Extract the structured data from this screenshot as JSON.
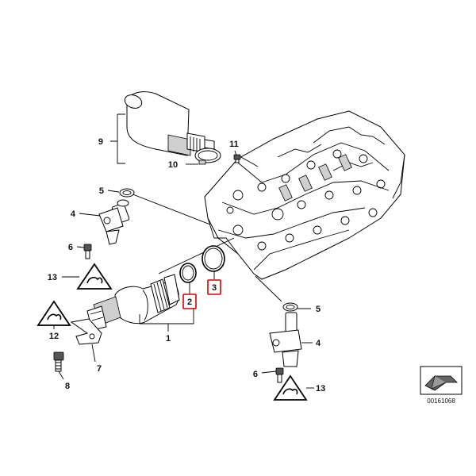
{
  "callouts": {
    "c1": "1",
    "c2": "2",
    "c3": "3",
    "c4a": "4",
    "c4b": "4",
    "c5a": "5",
    "c5b": "5",
    "c6a": "6",
    "c6b": "6",
    "c7": "7",
    "c8": "8",
    "c9": "9",
    "c10": "10",
    "c11": "11",
    "c12": "12",
    "c13a": "13",
    "c13b": "13"
  },
  "highlighted_callouts": [
    "2",
    "3"
  ],
  "highlight_color": "#d40000",
  "diagram_ref": "00161068"
}
